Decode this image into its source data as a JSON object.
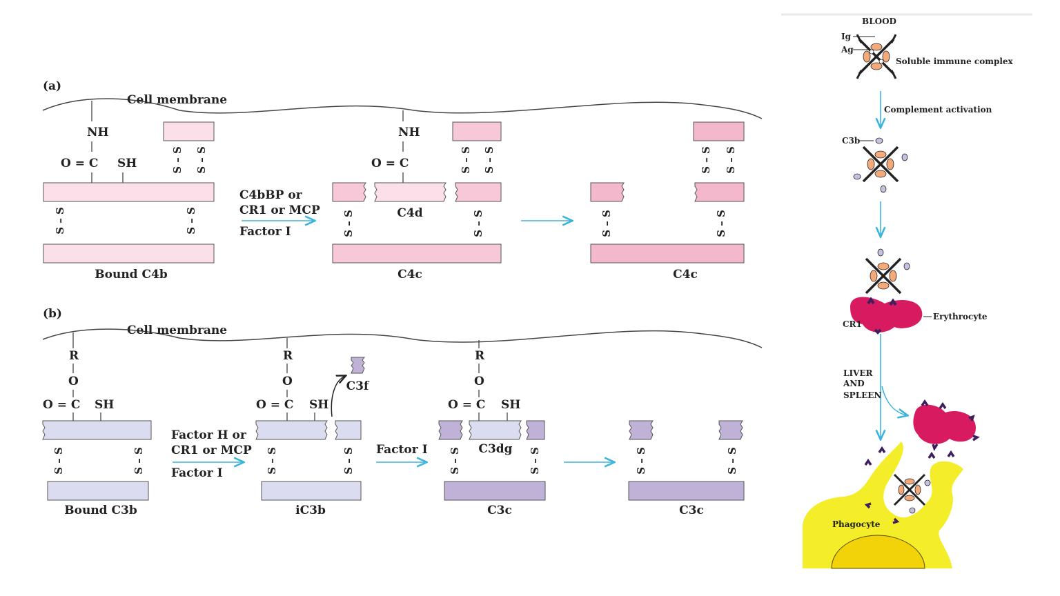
{
  "colors": {
    "c4_light": "#fbe0ea",
    "c4_mid": "#f6c8d8",
    "c4_dark": "#f4b8cc",
    "c3_light": "#dcdcf0",
    "c3_mid": "#c8bedf",
    "c3_dark": "#c0b2d6",
    "arrow": "#3bb4dd",
    "outline": "#555555",
    "erythrocyte": "#d81b60",
    "phagocyte": "#f4ee2a",
    "antigen": "#f4a97a",
    "c3b": "#c6c0e0",
    "cr1": "#3d1f5c"
  },
  "panel_a": {
    "label": "(a)",
    "membrane": "Cell membrane",
    "bound_name": "Bound C4b",
    "nh": "NH",
    "oc": "O = C",
    "sh": "SH",
    "ss": "S – S",
    "enzymes_line1": "C4bBP or",
    "enzymes_line2": "CR1 or MCP",
    "enzymes_line3": "Factor I",
    "fragment_c4d": "C4d",
    "product1": "C4c",
    "product2": "C4c"
  },
  "panel_b": {
    "label": "(b)",
    "membrane": "Cell membrane",
    "r": "R",
    "o": "O",
    "oc": "O = C",
    "sh": "SH",
    "ss": "S – S",
    "bound_name": "Bound C3b",
    "enzymes_line1": "Factor H or",
    "enzymes_line2": "CR1 or MCP",
    "enzymes_line3": "Factor I",
    "ic3b": "iC3b",
    "c3f": "C3f",
    "factor_i": "Factor I",
    "c3dg": "C3dg",
    "product1": "C3c",
    "product2": "C3c"
  },
  "side": {
    "blood": "BLOOD",
    "ig": "Ig",
    "ag": "Ag",
    "soluble_complex": "Soluble immune complex",
    "complement_activation": "Complement activation",
    "c3b": "C3b",
    "cr1": "CR1",
    "erythrocyte": "Erythrocyte",
    "liver_line1": "LIVER",
    "liver_line2": "AND",
    "liver_line3": "SPLEEN",
    "phagocyte": "Phagocyte"
  }
}
